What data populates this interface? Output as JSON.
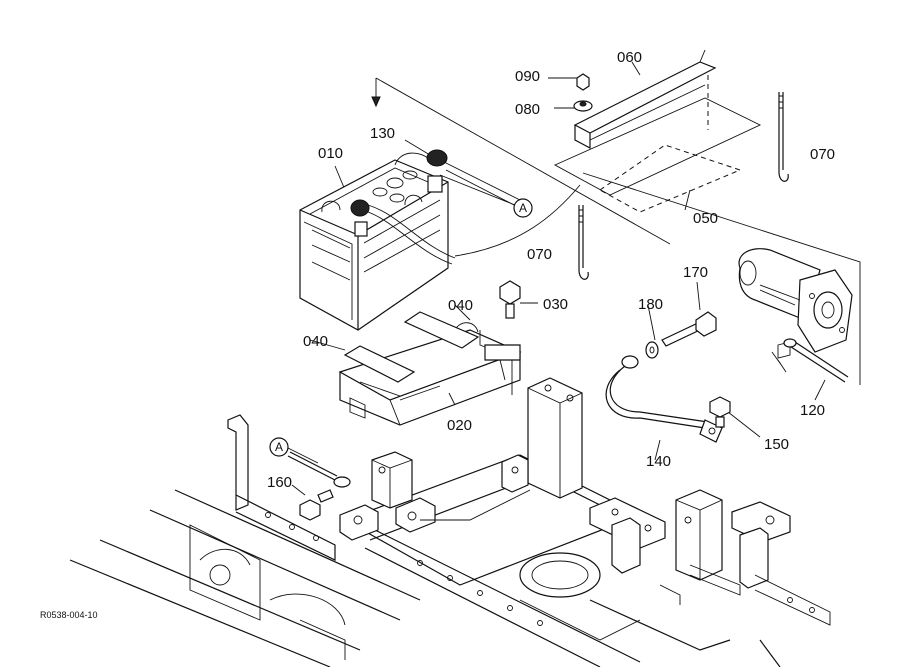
{
  "part_labels": {
    "p010": "010",
    "p020": "020",
    "p030": "030",
    "p040a": "040",
    "p040b": "040",
    "p050": "050",
    "p060": "060",
    "p070a": "070",
    "p070b": "070",
    "p080": "080",
    "p090": "090",
    "p120": "120",
    "p130": "130",
    "p140": "140",
    "p150": "150",
    "p160": "160",
    "p170": "170",
    "p180": "180"
  },
  "callouts": {
    "a1": "A",
    "a2": "A"
  },
  "figure_ref": "R0538-004-10"
}
